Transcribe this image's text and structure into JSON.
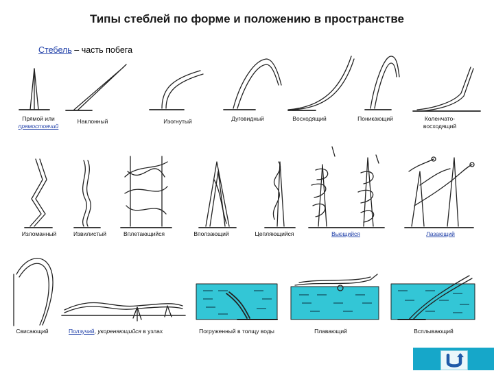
{
  "title": "Типы стеблей по форме и положению в пространстве",
  "subtitle": {
    "term": "Стебель",
    "rest": " – часть побега"
  },
  "row1": {
    "erect_line1": "Прямой или",
    "erect_line2": "прямостоячий",
    "inclined": "Наклонный",
    "curved": "Изогнутый",
    "arched": "Дуговидный",
    "ascending": "Восходящий",
    "drooping": "Поникающий",
    "geniculate_line1": "Коленчато-",
    "geniculate_line2": "восходящий"
  },
  "row2": {
    "broken": "Изломанный",
    "sinuous": "Извилистый",
    "interwoven": "Вплетающийся",
    "creeping_up": "Вползающий",
    "clinging": "Цепляющийся",
    "twining": "Вьющийся",
    "climbing": "Лазающий"
  },
  "row3": {
    "hanging": "Свисающий",
    "creeping_term": "Ползучий",
    "creeping_sep": ", ",
    "creeping_rooting": "укореняющийся",
    "creeping_rest": " в узлах",
    "submerged": "Погруженный в толщу воды",
    "floating": "Плавающий",
    "emerging": "Всплывающий"
  },
  "colors": {
    "water": "#33c6d6",
    "nav_button": "#16a7c9",
    "link": "#1f3fa8"
  },
  "nav": {
    "icon": "return-arrow-icon"
  }
}
